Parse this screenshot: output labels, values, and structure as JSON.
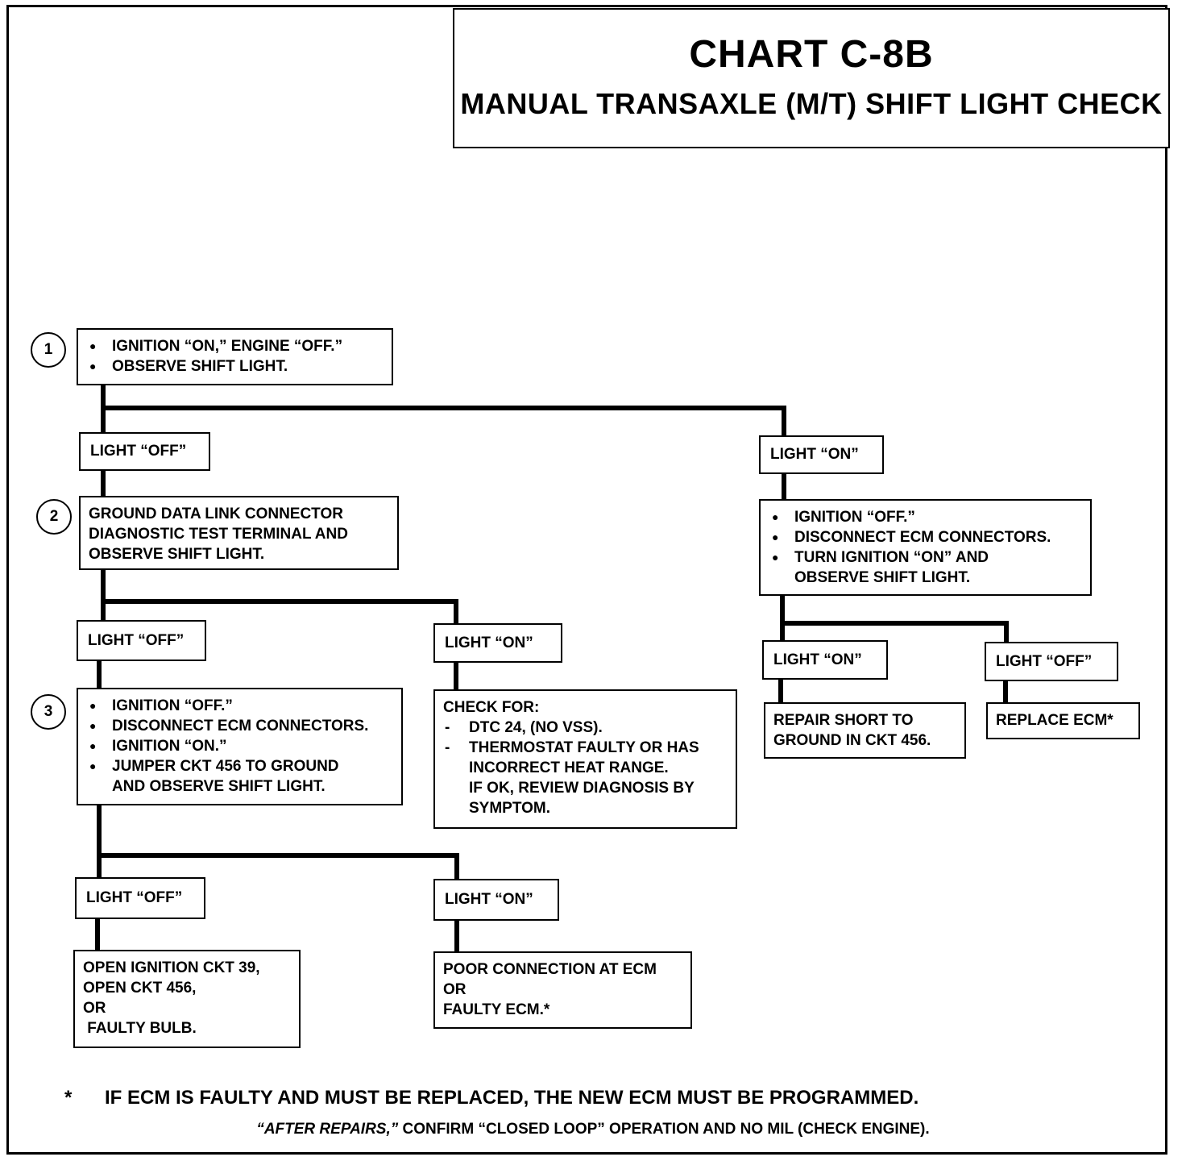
{
  "title": "CHART C-8B",
  "subtitle": "MANUAL TRANSAXLE (M/T) SHIFT LIGHT CHECK",
  "steps": [
    "1",
    "2",
    "3"
  ],
  "step1": [
    "IGNITION “ON,”  ENGINE “OFF.”",
    "OBSERVE SHIFT LIGHT."
  ],
  "labels": {
    "light_off_1": "LIGHT “OFF”",
    "light_on_1": "LIGHT “ON”",
    "light_off_2": "LIGHT “OFF”",
    "light_on_2": "LIGHT “ON”",
    "light_off_3": "LIGHT “OFF”",
    "light_on_3": "LIGHT “ON”",
    "light_on_r": "LIGHT “ON”",
    "light_off_r": "LIGHT “OFF”"
  },
  "step2": [
    "GROUND DATA LINK CONNECTOR",
    "DIAGNOSTIC TEST TERMINAL AND",
    "OBSERVE SHIFT LIGHT."
  ],
  "right_block": [
    "IGNITION “OFF.”",
    "DISCONNECT ECM CONNECTORS.",
    "TURN IGNITION “ON” AND",
    "OBSERVE SHIFT LIGHT."
  ],
  "step3": [
    "IGNITION “OFF.”",
    "DISCONNECT ECM CONNECTORS.",
    "IGNITION “ON.”",
    "JUMPER CKT 456 TO GROUND",
    "AND OBSERVE SHIFT LIGHT."
  ],
  "check_for": {
    "heading": "CHECK FOR:",
    "items": [
      "DTC 24, (NO VSS).",
      "THERMOSTAT FAULTY OR HAS",
      "INCORRECT HEAT RANGE.",
      "IF OK, REVIEW  DIAGNOSIS BY",
      "SYMPTOM."
    ]
  },
  "repair_short": [
    "REPAIR SHORT TO",
    "GROUND IN CKT 456."
  ],
  "replace_ecm": "REPLACE ECM*",
  "open_ignition": [
    "OPEN IGNITION CKT 39,",
    "OPEN CKT 456,",
    "OR",
    " FAULTY BULB."
  ],
  "poor_connection": [
    "POOR CONNECTION AT ECM",
    "OR",
    "FAULTY ECM.*"
  ],
  "footnote": {
    "star": "*",
    "text": "IF ECM IS FAULTY AND MUST BE REPLACED, THE NEW ECM MUST BE PROGRAMMED.",
    "after_repairs": "“AFTER REPAIRS,”",
    "confirm": " CONFIRM “CLOSED LOOP” OPERATION AND NO MIL (CHECK ENGINE)."
  }
}
